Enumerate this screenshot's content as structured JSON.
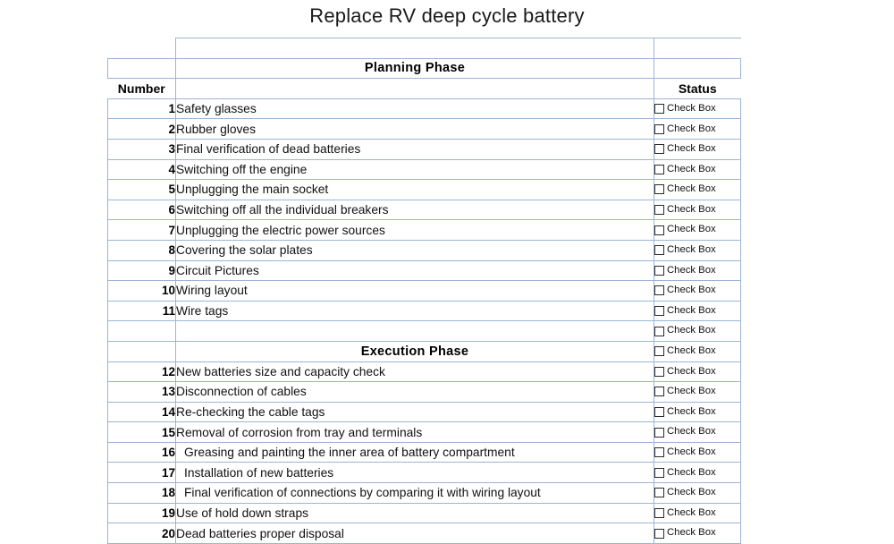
{
  "document": {
    "title": "Replace RV deep cycle battery"
  },
  "table": {
    "columns": {
      "number": "Number",
      "description": "",
      "status": "Status"
    },
    "checkbox_label": "Check Box",
    "colors": {
      "row_tint": "#dbe5f1",
      "header_tint": "#dce9f7",
      "border": "#9ab5d6",
      "text": "#111111"
    },
    "phases": [
      {
        "id": "planning",
        "label": "Planning  Phase"
      },
      {
        "id": "execution",
        "label": "Execution  Phase"
      }
    ],
    "rows": [
      {
        "number": "",
        "description": "",
        "kind": "band",
        "checkbox": false
      },
      {
        "number": "",
        "description": "Planning  Phase",
        "kind": "phase",
        "checkbox": false
      },
      {
        "number": "Number",
        "description": "",
        "kind": "colhdr",
        "checkbox": false,
        "status_label": "Status"
      },
      {
        "number": "1",
        "description": "Safety glasses",
        "kind": "item",
        "checkbox": true
      },
      {
        "number": "2",
        "description": "Rubber gloves",
        "kind": "item",
        "checkbox": true
      },
      {
        "number": "3",
        "description": "Final verification of dead batteries",
        "kind": "item",
        "checkbox": true
      },
      {
        "number": "4",
        "description": "Switching off the engine",
        "kind": "item",
        "checkbox": true
      },
      {
        "number": "5",
        "description": "Unplugging the main socket",
        "kind": "item",
        "checkbox": true
      },
      {
        "number": "6",
        "description": "Switching off all the individual breakers",
        "kind": "item",
        "checkbox": true
      },
      {
        "number": "7",
        "description": "Unplugging the electric power sources",
        "kind": "item",
        "checkbox": true
      },
      {
        "number": "8",
        "description": "Covering the solar plates",
        "kind": "item",
        "checkbox": true
      },
      {
        "number": "9",
        "description": "Circuit Pictures",
        "kind": "item",
        "checkbox": true
      },
      {
        "number": "10",
        "description": "Wiring layout",
        "kind": "item",
        "checkbox": true
      },
      {
        "number": "11",
        "description": "Wire tags",
        "kind": "item",
        "checkbox": true
      },
      {
        "number": "",
        "description": "",
        "kind": "empty",
        "checkbox": true
      },
      {
        "number": "",
        "description": "Execution  Phase",
        "kind": "phase",
        "checkbox": true
      },
      {
        "number": "12",
        "description": "New batteries size and capacity check",
        "kind": "item",
        "checkbox": true
      },
      {
        "number": "13",
        "description": "Disconnection of cables",
        "kind": "item",
        "checkbox": true
      },
      {
        "number": "14",
        "description": "Re-checking the cable tags",
        "kind": "item",
        "checkbox": true
      },
      {
        "number": "15",
        "description": "Removal of corrosion from tray and terminals",
        "kind": "item",
        "checkbox": true
      },
      {
        "number": "16",
        "description": "Greasing and painting the inner area of battery compartment",
        "kind": "item",
        "checkbox": true,
        "indent": true
      },
      {
        "number": "17",
        "description": "Installation of new batteries",
        "kind": "item",
        "checkbox": true,
        "indent": true
      },
      {
        "number": "18",
        "description": "Final verification of connections by comparing it with wiring layout",
        "kind": "item",
        "checkbox": true,
        "indent": true
      },
      {
        "number": "19",
        "description": "Use of hold down straps",
        "kind": "item",
        "checkbox": true
      },
      {
        "number": "20",
        "description": "Dead batteries proper disposal",
        "kind": "item",
        "checkbox": true
      }
    ]
  }
}
